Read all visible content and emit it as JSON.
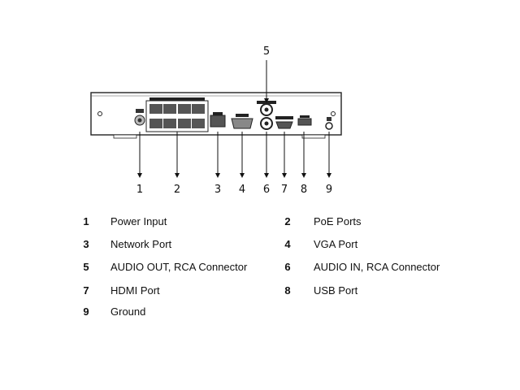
{
  "diagram": {
    "top_callout": "5",
    "bottom_numbers": [
      "1",
      "2",
      "3",
      "4",
      "6",
      "7",
      "8",
      "9"
    ]
  },
  "legend": [
    {
      "num": "1",
      "label": "Power Input"
    },
    {
      "num": "2",
      "label": "PoE Ports"
    },
    {
      "num": "3",
      "label": "Network Port"
    },
    {
      "num": "4",
      "label": "VGA Port"
    },
    {
      "num": "5",
      "label": "AUDIO OUT, RCA Connector"
    },
    {
      "num": "6",
      "label": "AUDIO IN, RCA Connector"
    },
    {
      "num": "7",
      "label": "HDMI Port"
    },
    {
      "num": "8",
      "label": "USB Port"
    },
    {
      "num": "9",
      "label": "Ground"
    }
  ]
}
